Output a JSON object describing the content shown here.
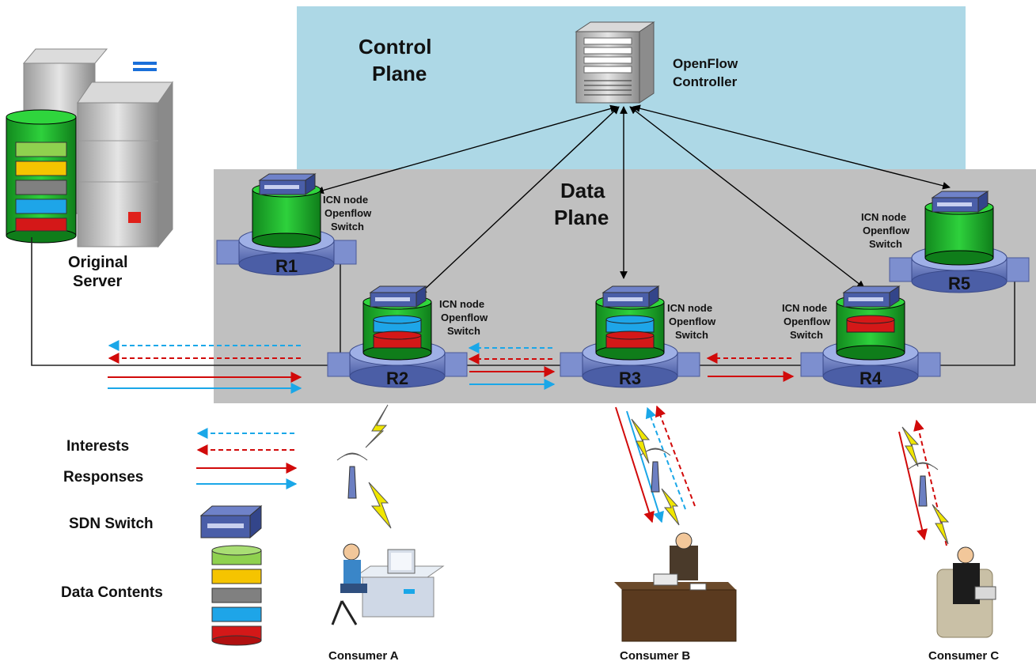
{
  "control_plane": {
    "title_line1": "Control",
    "title_line2": "Plane"
  },
  "data_plane": {
    "title_line1": "Data",
    "title_line2": "Plane"
  },
  "controller": {
    "line1": "OpenFlow",
    "line2": "Controller"
  },
  "server": {
    "line1": "Original",
    "line2": "Server"
  },
  "node_label": {
    "line1": "ICN node",
    "line2": "Openflow",
    "line3": "Switch"
  },
  "routers": [
    "R1",
    "R2",
    "R3",
    "R4",
    "R5"
  ],
  "legend": {
    "interests": "Interests",
    "responses": "Responses",
    "sdn_switch": "SDN Switch",
    "data_contents": "Data Contents"
  },
  "consumers": [
    "Consumer A",
    "Consumer B",
    "Consumer C"
  ],
  "colors": {
    "control_plane_bg": "#add8e6",
    "data_plane_bg": "#c0c0c0",
    "cache_green": "#1fa62c",
    "content_blue": "#1ea5e8",
    "content_red": "#d41818",
    "content_green": "#8fd14f",
    "content_yellow": "#f5c400",
    "content_gray": "#808080",
    "arrow_red": "#d10a0a",
    "arrow_blue": "#1aa7e8",
    "router_body": "#6c7fc2",
    "lightning": "#f0e600"
  }
}
